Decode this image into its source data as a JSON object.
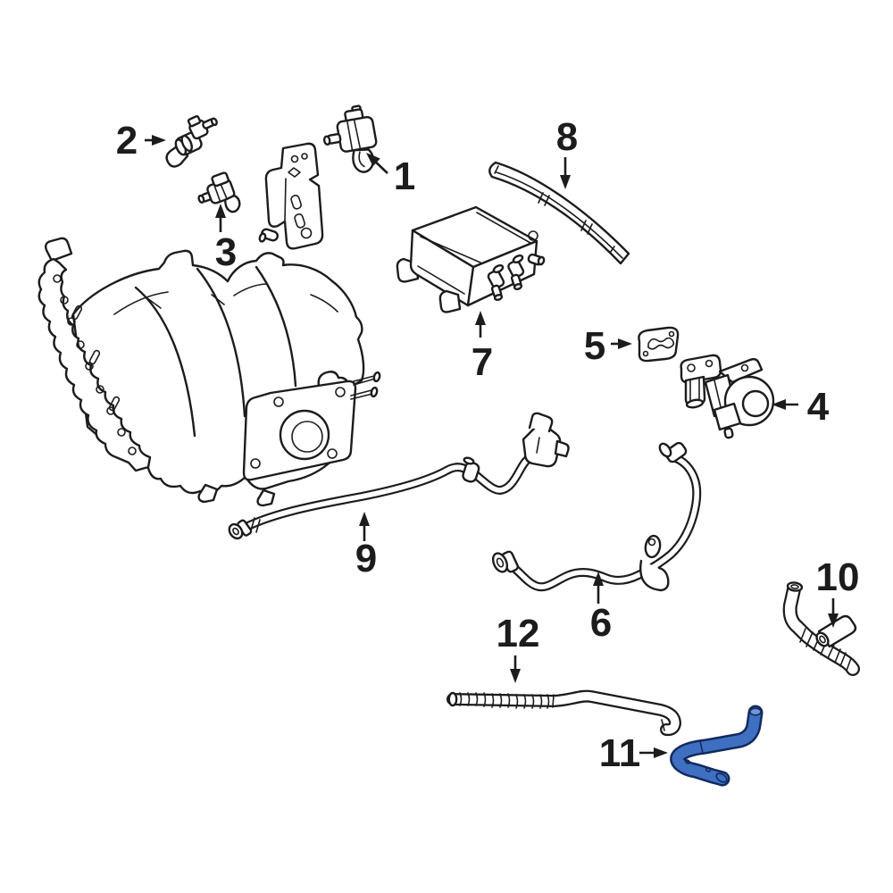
{
  "diagram": {
    "background_color": "#ffffff",
    "line_color": "#1c1c1c",
    "highlight_fill": "#3f6fc1",
    "highlight_stroke": "#132a5e",
    "highlight_cap_fill": "#6f95da",
    "callouts": [
      {
        "label": "1"
      },
      {
        "label": "2"
      },
      {
        "label": "3"
      },
      {
        "label": "4"
      },
      {
        "label": "5"
      },
      {
        "label": "6"
      },
      {
        "label": "7"
      },
      {
        "label": "8"
      },
      {
        "label": "9"
      },
      {
        "label": "10"
      },
      {
        "label": "11"
      },
      {
        "label": "12"
      }
    ]
  }
}
